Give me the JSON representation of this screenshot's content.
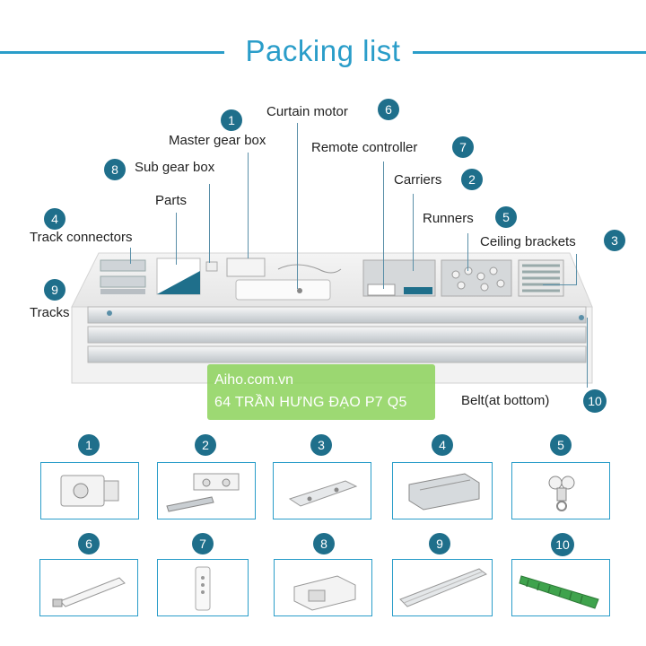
{
  "title": "Packing list",
  "labels": {
    "master_gear_box": "Master gear box",
    "curtain_motor": "Curtain motor",
    "remote_controller": "Remote controller",
    "sub_gear_box": "Sub gear box",
    "carriers": "Carriers",
    "parts": "Parts",
    "track_connectors": "Track connectors",
    "runners": "Runners",
    "ceiling_brackets": "Ceiling brackets",
    "tracks": "Tracks",
    "belt": "Belt(at bottom)"
  },
  "numbers": {
    "master_gear_box": "1",
    "carriers": "2",
    "ceiling_brackets": "3",
    "track_connectors": "4",
    "runners": "5",
    "curtain_motor": "6",
    "remote_controller": "7",
    "sub_gear_box": "8",
    "tracks": "9",
    "belt": "10"
  },
  "thumbnails": [
    {
      "n": "1"
    },
    {
      "n": "2"
    },
    {
      "n": "3"
    },
    {
      "n": "4"
    },
    {
      "n": "5"
    },
    {
      "n": "6"
    },
    {
      "n": "7"
    },
    {
      "n": "8"
    },
    {
      "n": "9"
    },
    {
      "n": "10"
    }
  ],
  "watermark": {
    "line1": "Aiho.com.vn",
    "line2": "64 TRẦN HƯNG ĐẠO P7 Q5"
  },
  "colors": {
    "accent": "#2a9dc9",
    "badge": "#1f6f8b",
    "belt_green": "#3fa34d",
    "watermark": "#8cd25a"
  }
}
